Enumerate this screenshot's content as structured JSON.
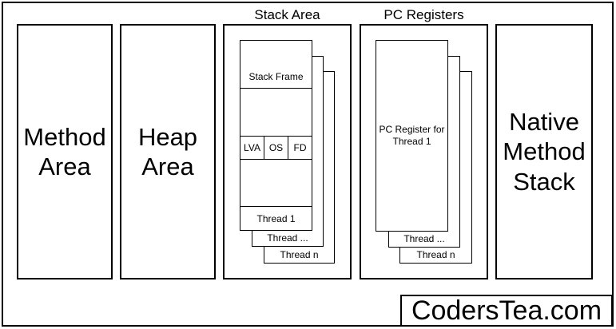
{
  "colors": {
    "stroke": "#000000",
    "background": "#ffffff"
  },
  "watermark": {
    "text": "CodersTea.com"
  },
  "areas": {
    "method": {
      "label": "Method Area"
    },
    "heap": {
      "label": "Heap Area"
    },
    "stack": {
      "title": "Stack Area",
      "thread1_stack": {
        "stack_frame_label": "Stack Frame",
        "cells": [
          "LVA",
          "OS",
          "FD"
        ],
        "thread_label": "Thread 1"
      },
      "thread_dots_label": "Thread ...",
      "thread_n_label": "Thread n"
    },
    "pc_registers": {
      "title": "PC Registers",
      "register_thread1_label": "PC Register for Thread 1",
      "thread_dots_label": "Thread ...",
      "thread_n_label": "Thread n"
    },
    "native": {
      "label": "Native Method Stack"
    }
  }
}
